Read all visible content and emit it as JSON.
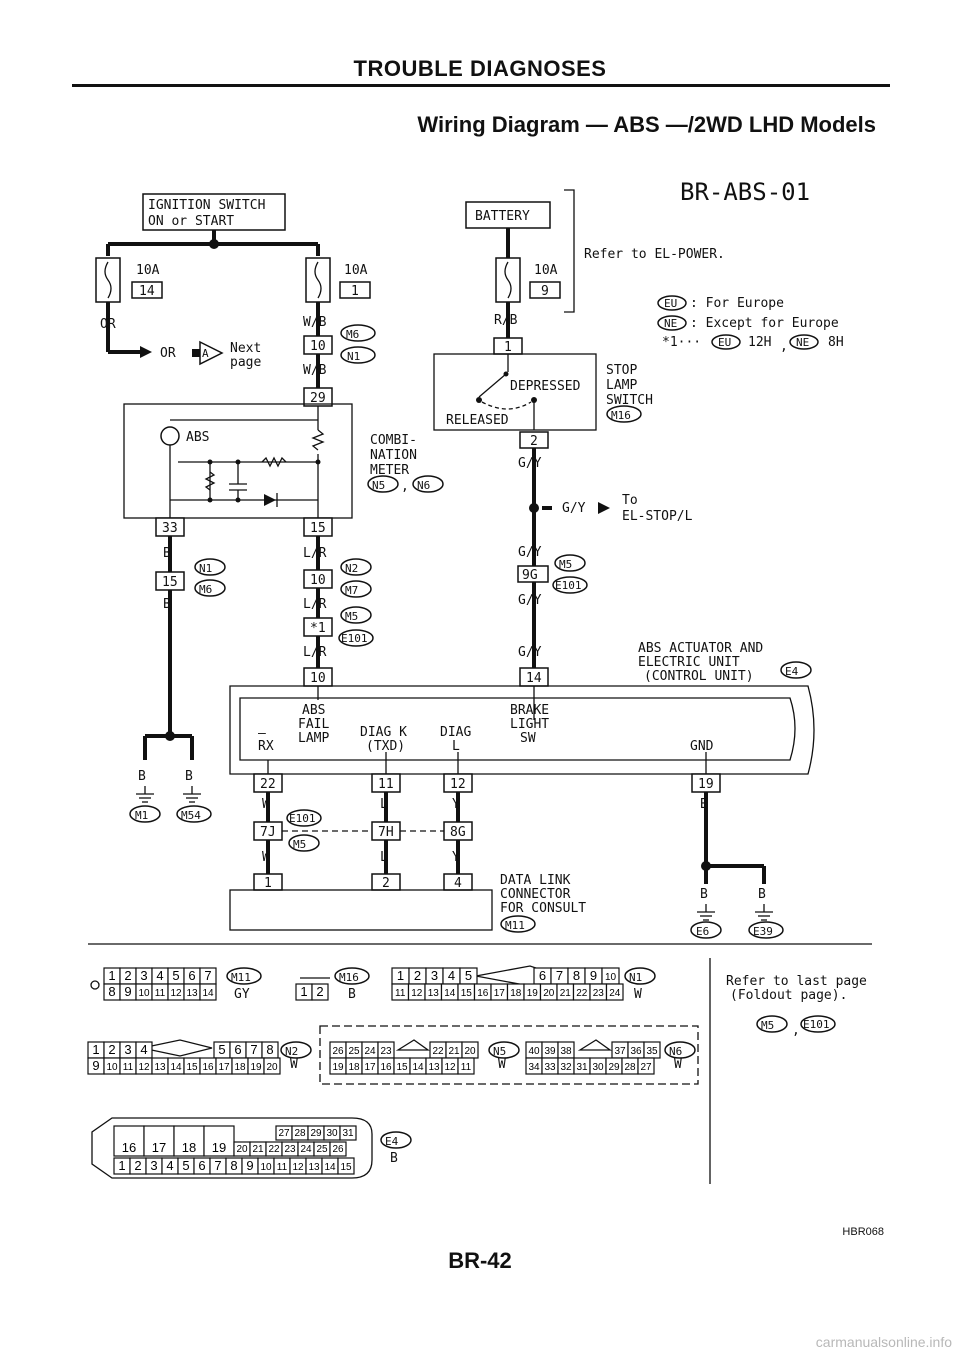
{
  "header": {
    "section": "TROUBLE DIAGNOSES",
    "title": "Wiring Diagram — ABS —/2WD LHD Models",
    "code": "BR-ABS-01"
  },
  "footer": {
    "page": "BR-42",
    "ref": "HBR068",
    "watermark": "carmanualsonline.info"
  },
  "components": {
    "ignition": [
      "IGNITION SWITCH",
      "ON or START"
    ],
    "battery": "BATTERY",
    "refer_power": "Refer to EL-POWER.",
    "fuse_14": {
      "rating": "10A",
      "no": "14"
    },
    "fuse_1": {
      "rating": "10A",
      "no": "1"
    },
    "fuse_9": {
      "rating": "10A",
      "no": "9"
    },
    "stop_lamp": [
      "STOP",
      "LAMP",
      "SWITCH"
    ],
    "depressed": "DEPRESSED",
    "released": "RELEASED",
    "combi": [
      "COMBI-",
      "NATION",
      "METER"
    ],
    "abs_lamp": "ABS",
    "abs_unit": [
      "ABS ACTUATOR AND",
      "ELECTRIC UNIT",
      "(CONTROL UNIT)"
    ],
    "dlc": [
      "DATA LINK",
      "CONNECTOR",
      "FOR CONSULT"
    ],
    "next_page": [
      "Next",
      "page"
    ],
    "to_stop": [
      "To",
      "EL-STOP/L"
    ],
    "refer_last": [
      "Refer to last page",
      "(Foldout page)."
    ],
    "comma": ","
  },
  "legend": {
    "eu_badge": "EU",
    "ne_badge": "NE",
    "eu_text": ": For Europe",
    "ne_text": ": Except for Europe",
    "note_prefix": "*1···",
    "note_eu": "12H",
    "note_ne": "8H"
  },
  "unit_pins": {
    "rx": "RX",
    "fail": [
      "ABS",
      "FAIL",
      "LAMP"
    ],
    "diagk": [
      "DIAG K",
      "(TXD)"
    ],
    "diagl": [
      "DIAG",
      "L"
    ],
    "brake": [
      "BRAKE",
      "LIGHT",
      "SW"
    ],
    "gnd": "GND"
  },
  "wires": {
    "or": "OR",
    "wb": "W/B",
    "rb": "R/B",
    "gy": "G/Y",
    "b": "B",
    "lr": "L/R",
    "w": "W",
    "l": "L",
    "y": "Y",
    "a": "A"
  },
  "pins": {
    "p10": "10",
    "p29": "29",
    "p33": "33",
    "p15": "15",
    "p1": "1",
    "p2": "2",
    "p96": "9G",
    "p14": "14",
    "px1": "*1",
    "p22": "22",
    "p11": "11",
    "p12": "12",
    "p19": "19",
    "p7j": "7J",
    "p7h": "7H",
    "p8g": "8G",
    "p4": "4"
  },
  "connectors": {
    "M1": "M1",
    "M5": "M5",
    "M6": "M6",
    "M7": "M7",
    "M11": "M11",
    "M16": "M16",
    "M54": "M54",
    "N1": "N1",
    "N2": "N2",
    "N5": "N5",
    "N6": "N6",
    "E4": "E4",
    "E6": "E6",
    "E39": "E39",
    "E101": "E101"
  },
  "bottom": {
    "m11": {
      "top": [
        "1",
        "2",
        "3",
        "4",
        "5",
        "6",
        "7"
      ],
      "bot": [
        "8",
        "9",
        "10",
        "11",
        "12",
        "13",
        "14"
      ],
      "color": "GY"
    },
    "m16": {
      "cells": [
        "1",
        "2"
      ],
      "color": "B"
    },
    "n1": {
      "top_l": [
        "1",
        "2",
        "3",
        "4",
        "5"
      ],
      "top_r": [
        "6",
        "7",
        "8",
        "9",
        "10"
      ],
      "bot": [
        "11",
        "12",
        "13",
        "14",
        "15",
        "16",
        "17",
        "18",
        "19",
        "20",
        "21",
        "22",
        "23",
        "24"
      ],
      "color": "W"
    },
    "n2": {
      "top_l": [
        "1",
        "2",
        "3",
        "4"
      ],
      "top_r": [
        "5",
        "6",
        "7",
        "8"
      ],
      "bot": [
        "9",
        "10",
        "11",
        "12",
        "13",
        "14",
        "15",
        "16",
        "17",
        "18",
        "19",
        "20"
      ],
      "color": "W"
    },
    "n5": {
      "top": [
        "26",
        "25",
        "24",
        "23",
        "22",
        "21",
        "20"
      ],
      "bot": [
        "19",
        "18",
        "17",
        "16",
        "15",
        "14",
        "13",
        "12",
        "11"
      ],
      "color": "W"
    },
    "n6": {
      "top": [
        "40",
        "39",
        "38",
        "37",
        "36",
        "35"
      ],
      "bot": [
        "34",
        "33",
        "32",
        "31",
        "30",
        "29",
        "28",
        "27"
      ],
      "color": "W"
    },
    "e4": {
      "big": [
        "16",
        "17",
        "18",
        "19"
      ],
      "top": [
        "27",
        "28",
        "29",
        "30",
        "31"
      ],
      "mid": [
        "20",
        "21",
        "22",
        "23",
        "24",
        "25",
        "26"
      ],
      "bot": [
        "1",
        "2",
        "3",
        "4",
        "5",
        "6",
        "7",
        "8",
        "9",
        "10",
        "11",
        "12",
        "13",
        "14",
        "15"
      ],
      "color": "B"
    }
  }
}
